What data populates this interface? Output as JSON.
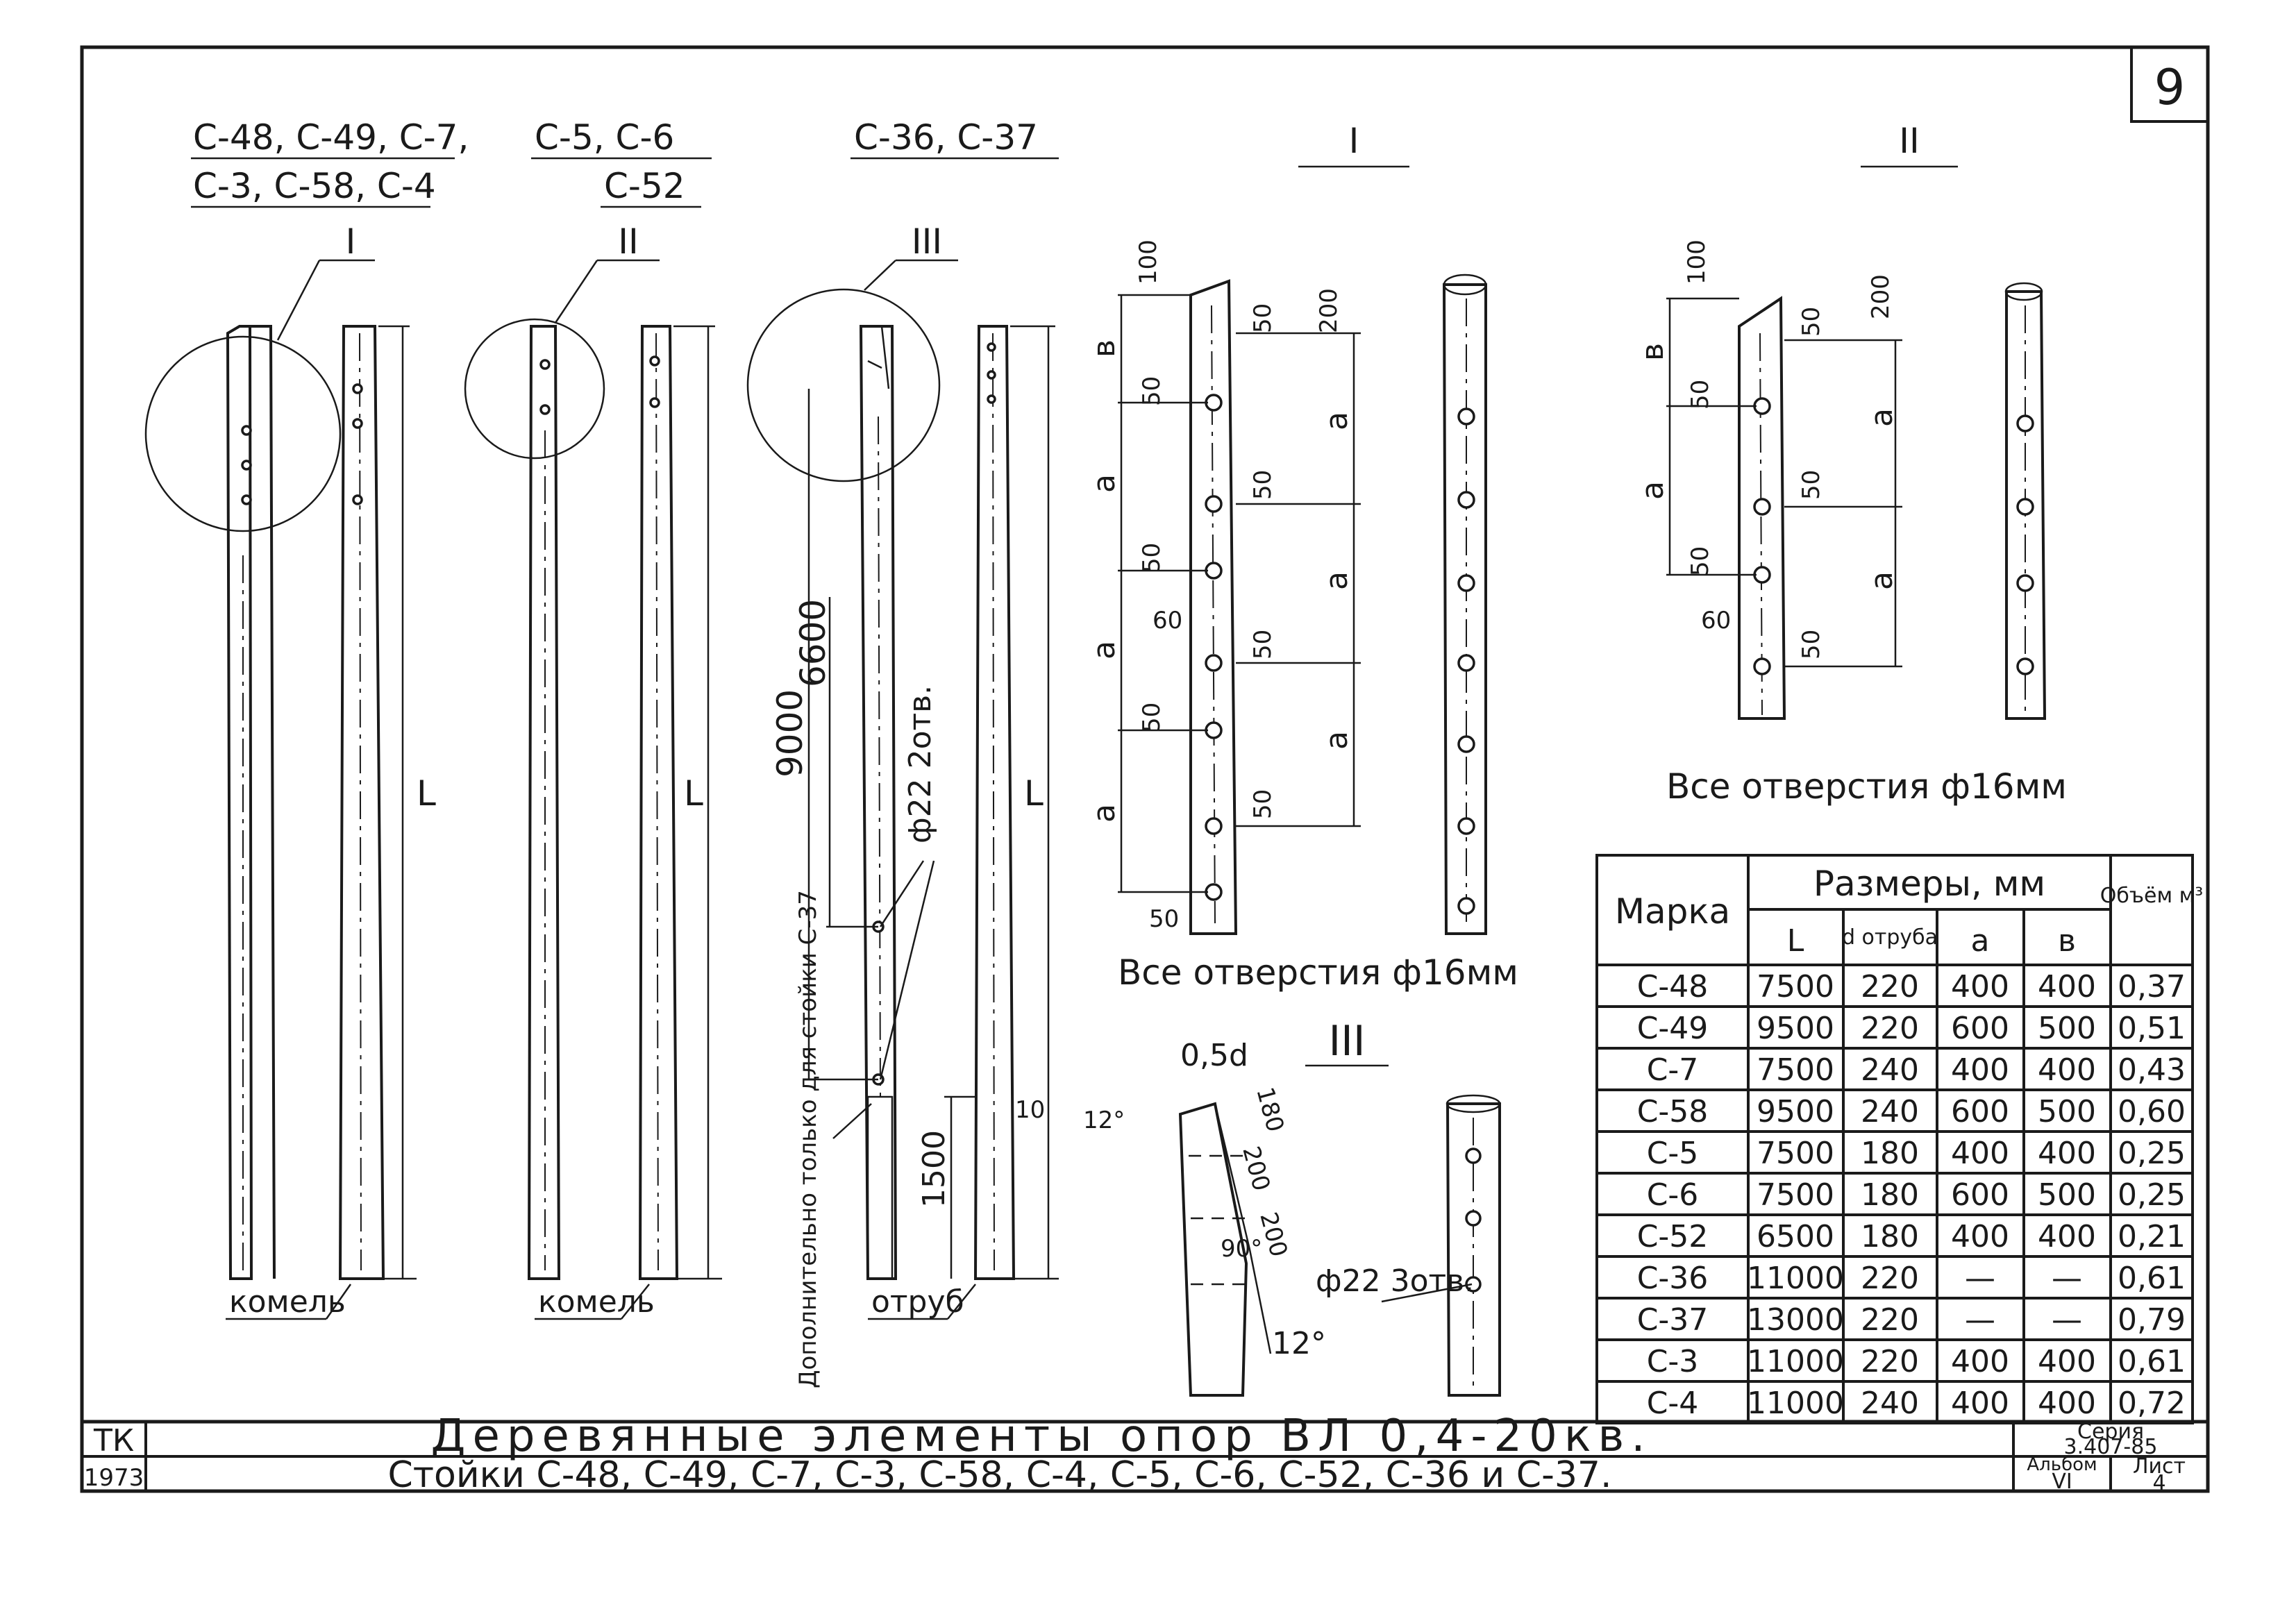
{
  "page_number": "9",
  "group_labels": {
    "g1_line1": "С-48, С-49, С-7,",
    "g1_line2": "С-3, С-58, С-4",
    "g2_line1": "С-5, С-6",
    "g2_line2": "С-52",
    "g3": "С-36, С-37",
    "detail1": "I",
    "detail2": "II",
    "detail3": "III"
  },
  "callouts": {
    "c1": "I",
    "c2": "II",
    "c3": "III"
  },
  "annotations": {
    "butt_1": "комель",
    "butt_2": "комель",
    "top_end": "отруб",
    "note_c37": "Дополнительно только для стойки С-37",
    "dim_9000": "9000",
    "dim_6600": "6600",
    "dim_1500": "1500",
    "dim_10": "10",
    "hole_note": "ф22 2отв.",
    "L": "L",
    "all_holes_1": "Все отверстия ф16мм",
    "all_holes_2": "Все отверстия ф16мм",
    "d1_b": "в",
    "d1_a": "а",
    "d1_100": "100",
    "d1_50": "50",
    "d1_60": "60",
    "d1_200": "200",
    "d3_05d": "0,5d",
    "d3_12a": "12°",
    "d3_12b": "12°",
    "d3_90": "90°",
    "d3_180": "180",
    "d3_200": "200",
    "d3_hole": "ф22 3отв."
  },
  "table": {
    "header_marka": "Марка",
    "header_sizes": "Размеры, мм",
    "header_volume": "Объём м³",
    "sub_L": "L",
    "sub_d": "d отруба",
    "sub_a": "а",
    "sub_b": "в",
    "rows": [
      [
        "С-48",
        "7500",
        "220",
        "400",
        "400",
        "0,37"
      ],
      [
        "С-49",
        "9500",
        "220",
        "600",
        "500",
        "0,51"
      ],
      [
        "С-7",
        "7500",
        "240",
        "400",
        "400",
        "0,43"
      ],
      [
        "С-58",
        "9500",
        "240",
        "600",
        "500",
        "0,60"
      ],
      [
        "С-5",
        "7500",
        "180",
        "400",
        "400",
        "0,25"
      ],
      [
        "С-6",
        "7500",
        "180",
        "600",
        "500",
        "0,25"
      ],
      [
        "С-52",
        "6500",
        "180",
        "400",
        "400",
        "0,21"
      ],
      [
        "С-36",
        "11000",
        "220",
        "—",
        "—",
        "0,61"
      ],
      [
        "С-37",
        "13000",
        "220",
        "—",
        "—",
        "0,79"
      ],
      [
        "С-3",
        "11000",
        "220",
        "400",
        "400",
        "0,61"
      ],
      [
        "С-4",
        "11000",
        "240",
        "400",
        "400",
        "0,72"
      ]
    ]
  },
  "title_block": {
    "org": "ТК",
    "year": "1973",
    "title1": "Деревянные элементы опор ВЛ 0,4-20кв.",
    "title2": "Стойки С-48, С-49, С-7, С-3, С-58, С-4, С-5, С-6, С-52, С-36 и С-37.",
    "series_label": "Серия",
    "series_value": "3.407-85",
    "album_label": "Альбом",
    "album_value": "VI",
    "sheet_label": "Лист",
    "sheet_value": "4"
  }
}
